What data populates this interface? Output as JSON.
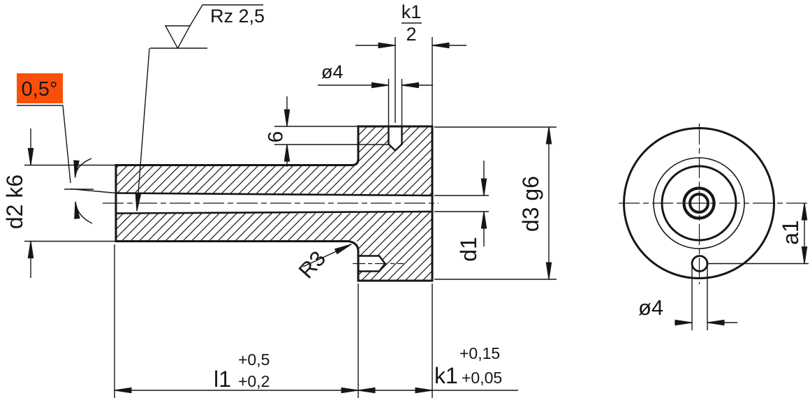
{
  "annotations": {
    "surface_roughness": "Rz 2,5",
    "taper_angle": "0,5°",
    "fillet_radius": "R3"
  },
  "dimensions": {
    "d2": "d2 k6",
    "d3": "d3 g6",
    "d1": "d1",
    "hole_depth": "6",
    "hole_dia_section": "ø4",
    "hole_dia_front": "ø4",
    "a1": "a1",
    "k1_half": {
      "numerator": "k1",
      "denominator": "2"
    },
    "l1": {
      "label": "l1",
      "tol_upper": "+0,5",
      "tol_lower": "+0,2"
    },
    "k1": {
      "label": "k1",
      "tol_upper": "+0,15",
      "tol_lower": "+0,05"
    }
  },
  "colors": {
    "highlight": "#fa4f08",
    "line": "#161616",
    "background": "#ffffff"
  }
}
